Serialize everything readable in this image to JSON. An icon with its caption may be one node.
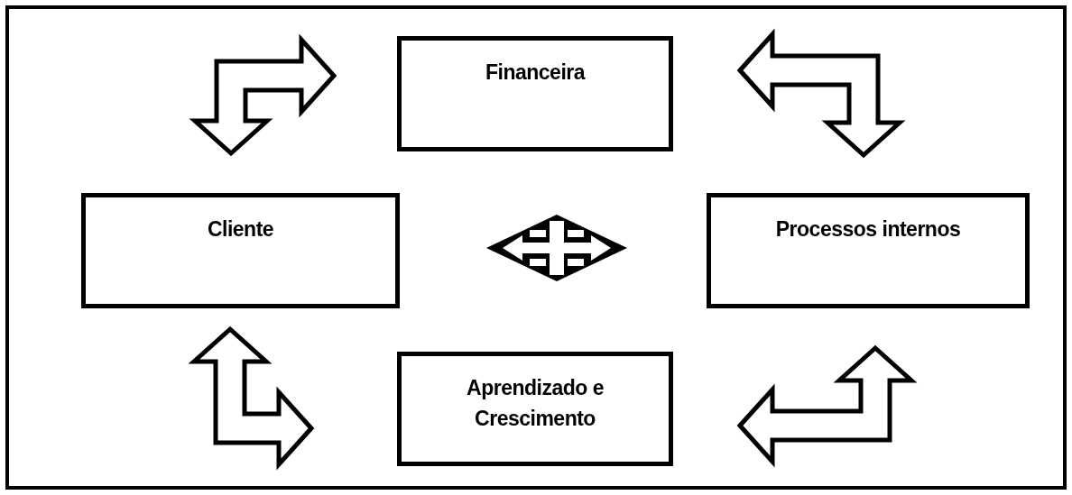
{
  "diagram": {
    "nodes": [
      {
        "text": [
          "Financeira"
        ]
      },
      {
        "text": [
          "Cliente"
        ]
      },
      {
        "text": [
          "Processos internos"
        ]
      },
      {
        "text": [
          "Aprendizado e Crescimento"
        ]
      }
    ],
    "edges": [
      {
        "from": 1,
        "to": 0,
        "arrow": "both",
        "style": "thick"
      },
      {
        "from": 0,
        "to": 2,
        "arrow": "both",
        "style": "thick"
      },
      {
        "from": 1,
        "to": 3,
        "arrow": "both",
        "style": "thick"
      },
      {
        "from": 3,
        "to": 2,
        "arrow": "both",
        "style": "thick"
      }
    ]
  }
}
